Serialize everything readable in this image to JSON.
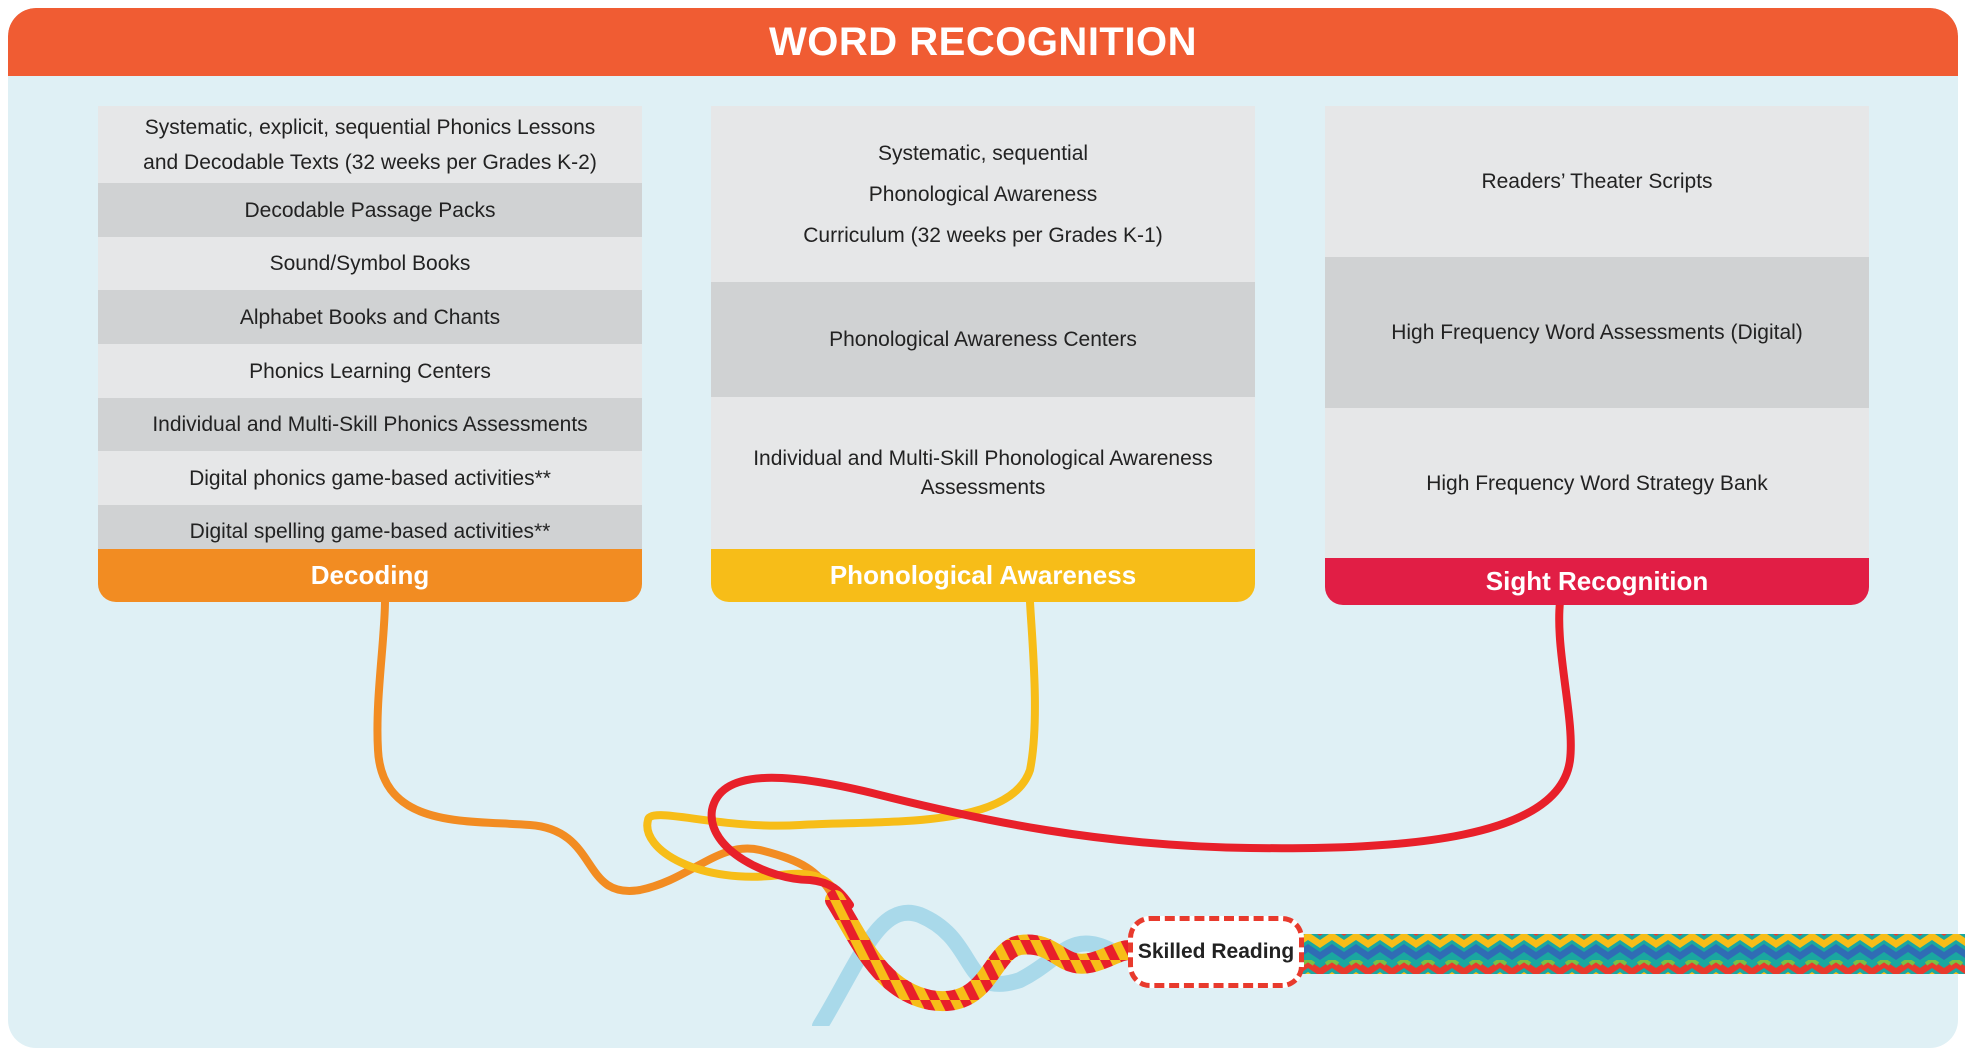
{
  "title": "WORD RECOGNITION",
  "columns": [
    {
      "footer": "Decoding",
      "color": "#f28c22",
      "rows": [
        {
          "lines": [
            "Systematic, explicit, sequential Phonics Lessons",
            "and Decodable Texts (32 weeks per Grades K-2)"
          ]
        },
        {
          "lines": [
            "Decodable Passage Packs"
          ]
        },
        {
          "lines": [
            "Sound/Symbol Books"
          ]
        },
        {
          "lines": [
            "Alphabet Books and Chants"
          ]
        },
        {
          "lines": [
            "Phonics Learning Centers"
          ]
        },
        {
          "lines": [
            "Individual and Multi-Skill Phonics Assessments"
          ]
        },
        {
          "lines": [
            "Digital phonics game-based activities**"
          ]
        },
        {
          "lines": [
            "Digital spelling game-based activities**"
          ]
        }
      ]
    },
    {
      "footer": "Phonological Awareness",
      "color": "#f7bd18",
      "rows": [
        {
          "lines": [
            "Systematic, sequential",
            "Phonological Awareness",
            "Curriculum (32 weeks per Grades K-1)"
          ]
        },
        {
          "lines": [
            "Phonological Awareness Centers"
          ]
        },
        {
          "lines": [
            "Individual and Multi-Skill Phonological Awareness",
            "Assessments"
          ]
        }
      ]
    },
    {
      "footer": "Sight Recognition",
      "color": "#e11e45",
      "rows": [
        {
          "lines": [
            "Readers’ Theater Scripts"
          ]
        },
        {
          "lines": [
            "High Frequency Word Assessments (Digital)"
          ]
        },
        {
          "lines": [
            "High Frequency Word Strategy Bank"
          ]
        }
      ]
    }
  ],
  "skilled_reading": "Skilled Reading",
  "colors": {
    "banner": "#f05c33",
    "background": "#dff0f5",
    "rope_orange": "#f28c22",
    "rope_yellow": "#f7bd18",
    "rope_red": "#e8202a"
  }
}
